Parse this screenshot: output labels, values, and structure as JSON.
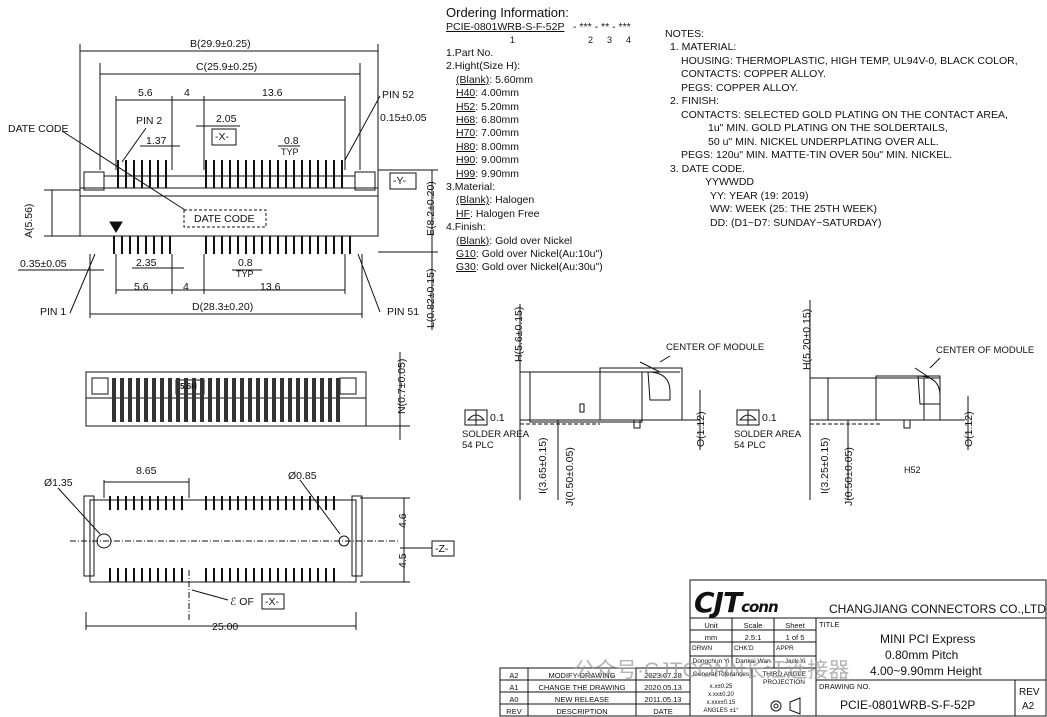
{
  "ordering": {
    "heading": "Ordering Information:",
    "part_base": "PCIE-0801WRB-S-F-52P",
    "part_suffix": "- *** - ** - ***",
    "index_nums": [
      "1",
      "2",
      "3",
      "4"
    ],
    "items": [
      {
        "head": "1.Part No."
      },
      {
        "head": "2.Hight(Size H):",
        "options": [
          {
            "code": "(Blank)",
            "desc": ": 5.60mm"
          },
          {
            "code": "H40",
            "desc": ": 4.00mm"
          },
          {
            "code": "H52",
            "desc": ": 5.20mm"
          },
          {
            "code": "H68",
            "desc": ": 6.80mm"
          },
          {
            "code": "H70",
            "desc": ": 7.00mm"
          },
          {
            "code": "H80",
            "desc": ": 8.00mm"
          },
          {
            "code": "H90",
            "desc": ": 9.00mm"
          },
          {
            "code": "H99",
            "desc": ": 9.90mm"
          }
        ]
      },
      {
        "head": "3.Material:",
        "options": [
          {
            "code": "(Blank)",
            "desc": ": Halogen"
          },
          {
            "code": "HF",
            "desc": ": Halogen Free"
          }
        ]
      },
      {
        "head": "4.Finish:",
        "options": [
          {
            "code": "(Blank)",
            "desc": ": Gold over Nickel"
          },
          {
            "code": "G10",
            "desc": ": Gold over Nickel(Au:10u\")"
          },
          {
            "code": "G30",
            "desc": ": Gold over Nickel(Au:30u\")"
          }
        ]
      }
    ]
  },
  "notes": {
    "heading": "NOTES:",
    "lines": [
      "1. MATERIAL:",
      "HOUSING: THERMOPLASTIC, HIGH TEMP, UL94V-0, BLACK COLOR,",
      "CONTACTS: COPPER ALLOY.",
      "PEGS: COPPER ALLOY.",
      "2. FINISH:",
      "CONTACTS: SELECTED GOLD PLATING ON THE CONTACT AREA,",
      "1u\" MIN. GOLD PLATING ON THE SOLDERTAILS,",
      "50 u\" MIN. NICKEL UNDERPLATING OVER ALL.",
      "PEGS: 120u\" MIN. MATTE-TIN OVER 50u\" MIN. NICKEL.",
      "3. DATE CODE.",
      "YYWWDD",
      "YY: YEAR (19: 2019)",
      "WW: WEEK (25: THE 25TH WEEK)",
      "DD: (D1~D7: SUNDAY~SATURDAY)"
    ]
  },
  "top_view": {
    "dim_B": "B(29.9±0.25)",
    "dim_C": "C(25.9±0.25)",
    "dim_5_6_top": "5.6",
    "dim_4_top": "4",
    "dim_13_6_top": "13.6",
    "dim_2_05": "2.05",
    "dim_1_37": "1.37",
    "dim_0_8_top": "0.8",
    "typ_top": "TYP",
    "datum_x": "-X-",
    "datum_y": "-Y-",
    "pin2": "PIN 2",
    "pin52": "PIN 52",
    "pin1": "PIN 1",
    "pin51": "PIN 51",
    "dim_0_15": "0.15±0.05",
    "date_code_label": "DATE CODE",
    "date_code_box": "DATE CODE",
    "dim_A": "A(5.56)",
    "dim_E": "E(8.2±0.20)",
    "dim_L": "L(0.82±0.15)",
    "dim_0_35": "0.35±0.05",
    "dim_2_35": "2.35",
    "dim_0_8_bot": "0.8",
    "typ_bot": "TYP",
    "dim_5_6_bot": "5.6",
    "dim_4_bot": "4",
    "dim_13_6_bot": "13.6",
    "dim_D": "D(28.3±0.20)"
  },
  "front_view": {
    "dim_N": "N(0.7±0.05)",
    "height_mark": "5.6H"
  },
  "bottom_view": {
    "dim_1_35": "Ø1.35",
    "dim_8_65": "8.65",
    "dim_0_85": "Ø0.85",
    "dim_4_6": "4.6",
    "dim_4_5": "4.5",
    "datum_z": "-Z-",
    "center_of": "ℰ OF",
    "datum_x": "-X-",
    "dim_25": "25.00"
  },
  "side_view_1": {
    "dim_H": "H(5.6±0.15)",
    "center": "CENTER OF MODULE",
    "flatness": "0.1",
    "solder": "SOLDER AREA",
    "plc": "54 PLC",
    "dim_O": "O(1.12)",
    "dim_I": "I(3.65±0.15)",
    "dim_J": "J(0.50±0.05)"
  },
  "side_view_2": {
    "dim_H": "H(5.20±0.15)",
    "center": "CENTER OF MODULE",
    "flatness": "0.1",
    "solder": "SOLDER AREA",
    "plc": "54 PLC",
    "dim_O": "O(1.12)",
    "dim_I": "I(3.25±0.15)",
    "dim_J": "J(0.50±0.05)",
    "variant": "H52"
  },
  "title_block": {
    "logo_main": "CJT",
    "logo_small": "conn",
    "company": "CHANGJIANG CONNECTORS CO.,LTD.",
    "unit_h": "Unit",
    "unit_v": "mm",
    "scale_h": "Scale",
    "scale_v": "2.5:1",
    "sheet_h": "Sheet",
    "sheet_v": "1 of 5",
    "title_label": "TITLE",
    "title_1": "MINI PCI Express",
    "title_2": "0.80mm Pitch",
    "title_3": "4.00~9.90mm Height",
    "drwn": "DRWN",
    "chkd": "CHK'D",
    "appr": "APPR",
    "drwn_v": "Dongchun Yi",
    "chkd_v": "Dankai Wan",
    "appr_v": "Jack Yi",
    "tol_h": "General Tolerances",
    "tol_1": "x.x±0.25",
    "tol_2": "x.xx±0.20",
    "tol_3": "x.xxx±0.15",
    "tol_4": "ANGLES ±1°",
    "proj": "THIRD ANGLE PROJECTION",
    "drawing_no_label": "DRAWING NO.",
    "drawing_no": "PCIE-0801WRB-S-F-52P",
    "rev_label": "REV",
    "rev_value": "A2",
    "watermark": "公众号·CJTCONN长江连接器",
    "revisions": [
      {
        "rev": "A2",
        "desc": "MODIFY DRAWING",
        "date": "2023.07.28"
      },
      {
        "rev": "A1",
        "desc": "CHANGE THE DRAWING",
        "date": "2020.05.13"
      },
      {
        "rev": "A0",
        "desc": "NEW RELEASE",
        "date": "2011.05.13"
      }
    ],
    "rev_head": {
      "rev": "REV",
      "desc": "DESCRIPTION",
      "date": "DATE"
    }
  },
  "colors": {
    "line": "#111111",
    "background": "#ffffff",
    "watermark": "#9a9a9a"
  }
}
